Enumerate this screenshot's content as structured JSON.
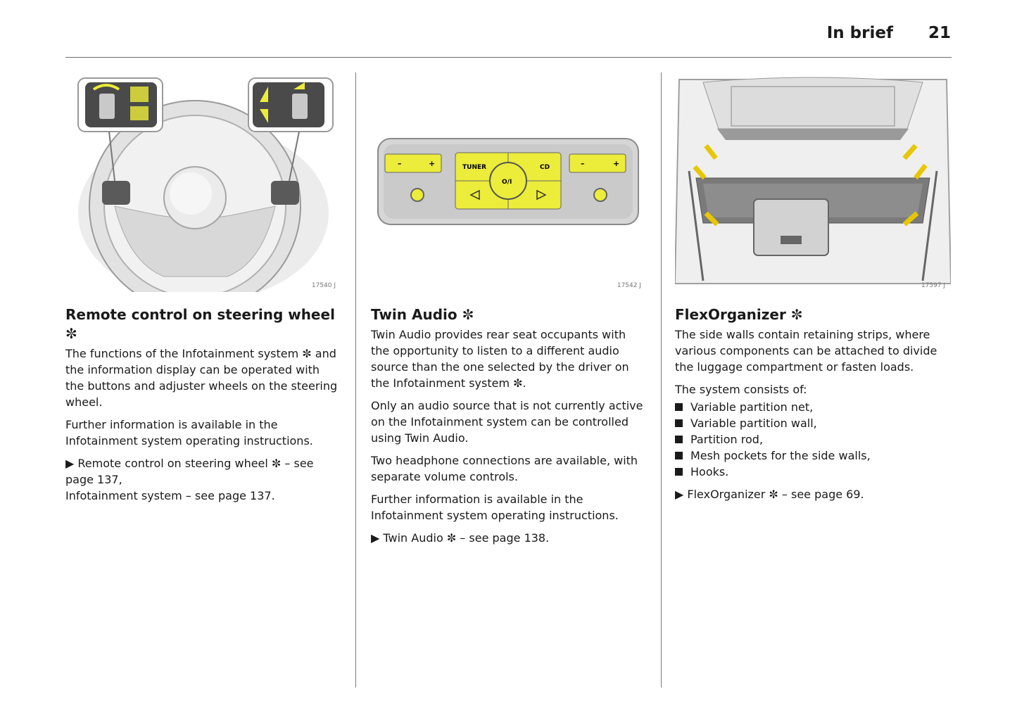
{
  "header": {
    "section": "In brief",
    "page_number": "21"
  },
  "columns": [
    {
      "figure_number": "17540 J",
      "heading": "Remote control on steering wheel ✼",
      "paragraphs": [
        "The functions of the Infotainment system ✼ and the information display can be operated with the buttons and adjuster wheels on the steering wheel.",
        "Further information is available in the Infotainment system operating instructions."
      ],
      "references": [
        "▶ Remote control on steering wheel ✼ – see page 137,",
        "Infotainment system – see page 137."
      ]
    },
    {
      "figure_number": "17542 J",
      "panel_labels": {
        "minus": "–",
        "plus": "+",
        "tuner": "TUNER",
        "cd": "CD",
        "power": "O/I"
      },
      "heading": "Twin Audio ✼",
      "paragraphs": [
        "Twin Audio provides rear seat occupants with the opportunity to listen to a different audio source than the one selected by the driver on the Infotainment system ✼.",
        "Only an audio source that is not currently active on the Infotainment system can be controlled using Twin Audio.",
        "Two headphone connections are available, with separate volume controls.",
        "Further information is available in the Infotainment system operating instructions."
      ],
      "references": [
        "▶ Twin Audio ✼ – see page 138."
      ]
    },
    {
      "figure_number": "17597 J",
      "heading": "FlexOrganizer ✼",
      "paragraphs": [
        "The side walls contain retaining strips, where various components can be attached to divide the luggage compartment or fasten loads.",
        "The system consists of:"
      ],
      "list": [
        "Variable partition net,",
        "Variable partition wall,",
        "Partition rod,",
        "Mesh pockets for the side walls,",
        "Hooks."
      ],
      "references": [
        "▶ FlexOrganizer ✼ – see page 69."
      ]
    }
  ],
  "colors": {
    "highlight_yellow": "#ecec3a",
    "text": "#1a1a1a",
    "rule": "#6d6d6d"
  }
}
